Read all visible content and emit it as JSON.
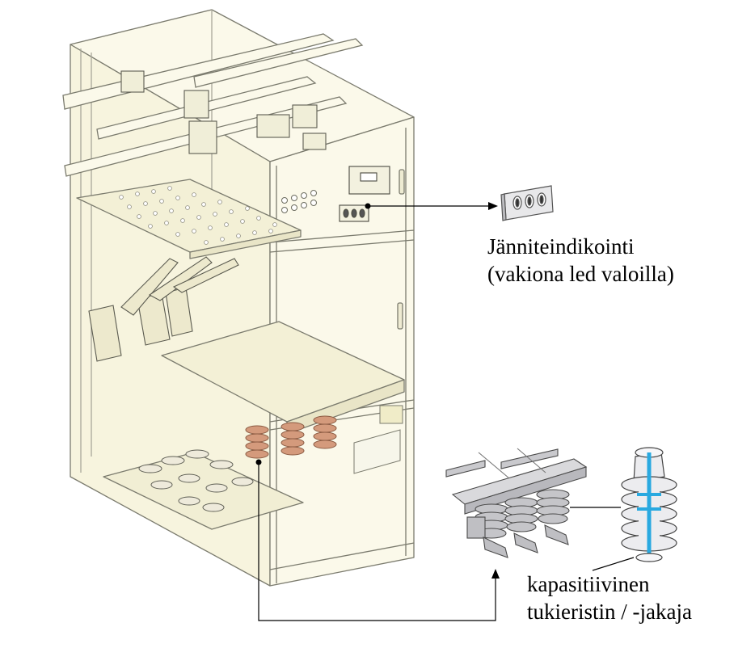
{
  "labels": {
    "voltage_indication": {
      "line1": "Jänniteindikointi",
      "line2": "(vakiona led valoilla)"
    },
    "capacitive_insulator": {
      "line1": "kapasitiivinen",
      "line2": "tukieristin / -jakaja"
    }
  },
  "colors": {
    "cabinet_fill": "#fbf9ea",
    "cabinet_line": "#7b7b6e",
    "insulator_copper": "#d49a7c",
    "divider_blue": "#29a9e0",
    "leader_line": "#000000"
  }
}
